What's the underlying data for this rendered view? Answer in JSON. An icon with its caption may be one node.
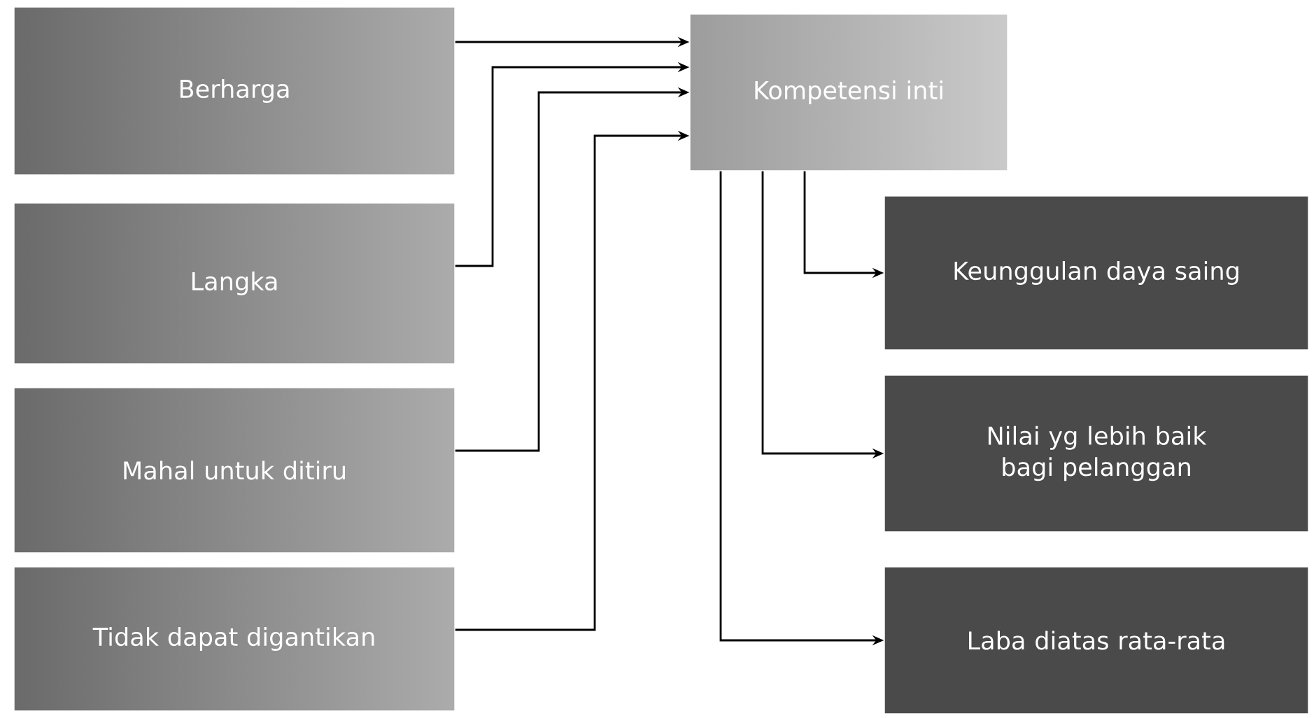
{
  "diagram": {
    "nodes": [
      {
        "text": [
          "Berharga"
        ]
      },
      {
        "text": [
          "Langka"
        ]
      },
      {
        "text": [
          "Mahal untuk ditiru"
        ]
      },
      {
        "text": [
          "Tidak dapat digantikan"
        ]
      },
      {
        "text": [
          "Kompetensi inti"
        ]
      },
      {
        "text": [
          "Keunggulan daya saing"
        ]
      },
      {
        "text": [
          "Nilai yg lebih baik bagi pelanggan"
        ]
      },
      {
        "text": [
          "Laba diatas rata-rata"
        ]
      }
    ],
    "edges": [
      {
        "from": 0,
        "to": 4,
        "arrow": "to"
      },
      {
        "from": 1,
        "to": 4,
        "arrow": "to"
      },
      {
        "from": 2,
        "to": 4,
        "arrow": "to"
      },
      {
        "from": 3,
        "to": 4,
        "arrow": "to"
      },
      {
        "from": 4,
        "to": 5,
        "arrow": "to"
      },
      {
        "from": 4,
        "to": 6,
        "arrow": "to"
      },
      {
        "from": 4,
        "to": 7,
        "arrow": "to"
      }
    ]
  }
}
